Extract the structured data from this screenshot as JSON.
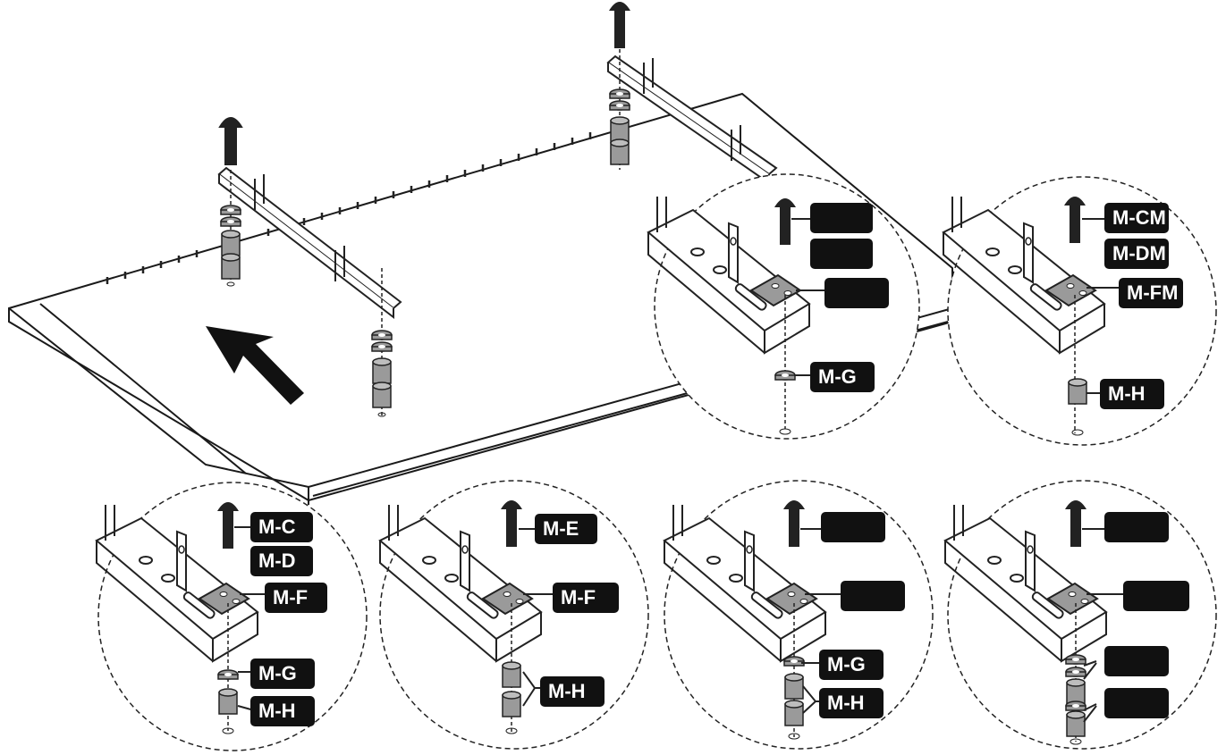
{
  "diagram": {
    "detail_1": {
      "labels": [
        "",
        "",
        "",
        "M-G"
      ]
    },
    "detail_2": {
      "labels": [
        "M-CM",
        "M-DM",
        "M-FM",
        "M-H"
      ]
    },
    "detail_3": {
      "labels": [
        "M-C",
        "M-D",
        "M-F",
        "M-G",
        "M-H"
      ]
    },
    "detail_4": {
      "labels": [
        "M-E",
        "M-F",
        "M-H"
      ]
    },
    "detail_5": {
      "labels": [
        "",
        "",
        "M-G",
        "M-H"
      ]
    },
    "detail_6": {
      "labels": [
        "",
        "",
        "",
        ""
      ]
    }
  },
  "colors": {
    "label_bg": "#111111",
    "label_text": "#ffffff",
    "line": "#1a1a1a",
    "hardware_gray": "#9a9a9a"
  }
}
